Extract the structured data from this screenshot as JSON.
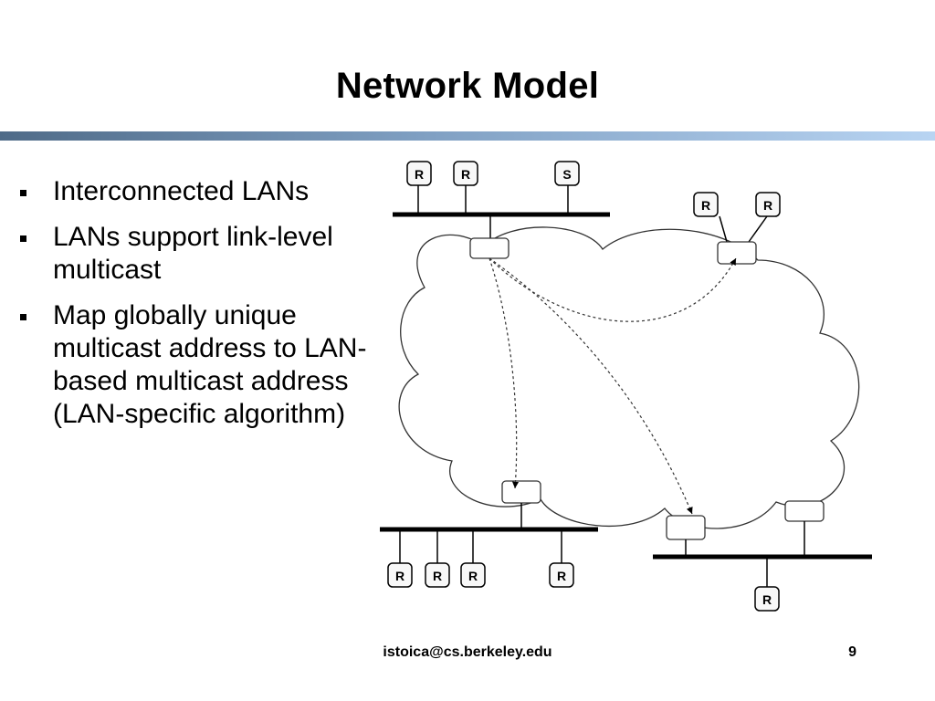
{
  "slide": {
    "title": "Network Model",
    "bullets": [
      "Interconnected LANs",
      "LANs support link-level multicast",
      "Map globally unique multicast address to LAN-based multicast address (LAN-specific algorithm)"
    ],
    "footer_email": "istoica@cs.berkeley.edu",
    "page_number": "9"
  },
  "diagram": {
    "host_labels": {
      "top_left_lan": [
        "R",
        "R",
        "S"
      ],
      "top_right_lan": [
        "R",
        "R"
      ],
      "bottom_left_lan": [
        "R",
        "R",
        "R",
        "R"
      ],
      "bottom_right_lan": [
        "R"
      ]
    }
  }
}
